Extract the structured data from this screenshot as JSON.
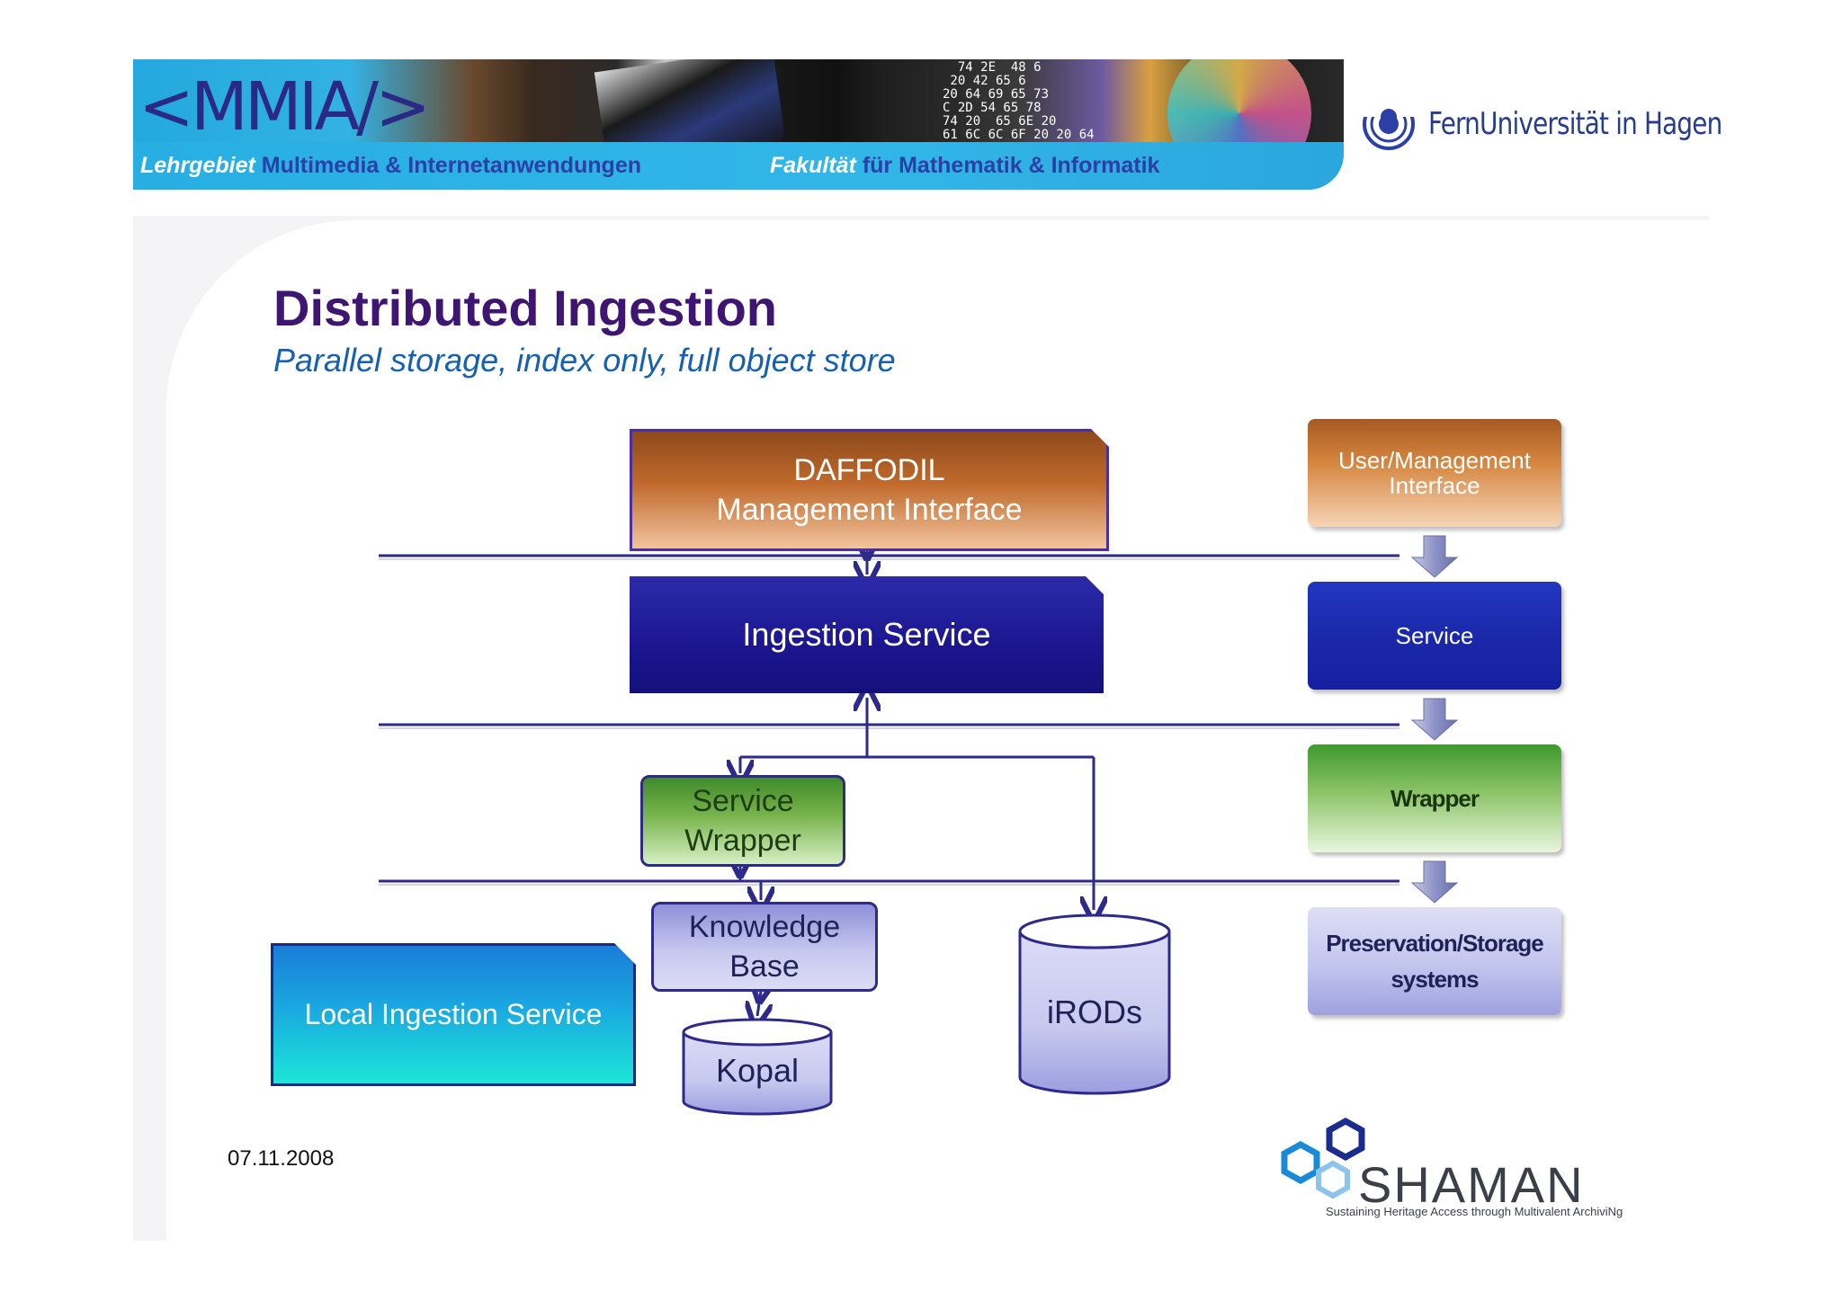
{
  "header": {
    "logo_text": "<MMIA/>",
    "left_label_prefix": "Lehrgebiet",
    "left_label": "Multimedia & Internetanwendungen",
    "right_label_prefix": "Fakultät",
    "right_label": "für Mathematik & Informatik",
    "hex_dump": "  74 2E  48 6\n 20 42 65 6\n20 64 69 65 73\nC 2D 54 65 78\n74 20  65 6E 20\n61 6C 6C 6F 20 20 64",
    "university": "FernUniversität in Hagen"
  },
  "slide": {
    "title": "Distributed Ingestion",
    "subtitle": "Parallel storage, index only, full object store",
    "date": "07.11.2008"
  },
  "diagram": {
    "daffodil": {
      "line1": "DAFFODIL",
      "line2": "Management Interface"
    },
    "ingestion_service": "Ingestion  Service",
    "service_wrapper": {
      "line1": "Service",
      "line2": "Wrapper"
    },
    "knowledge_base": {
      "line1": "Knowledge",
      "line2": "Base"
    },
    "kopal": "Kopal",
    "irods": "iRODs",
    "local_ingestion": "Local Ingestion  Service"
  },
  "legend": {
    "user_management": {
      "line1": "User/Management",
      "line2": "Interface"
    },
    "service": "Service",
    "wrapper": "Wrapper",
    "preservation": {
      "line1": "Preservation/Storage",
      "line2": "systems"
    }
  },
  "footer_logo": {
    "name": "SHAMAN",
    "tagline": "Sustaining Heritage Access through Multivalent ArchiviNg"
  },
  "colors": {
    "title": "#3e1570",
    "subtitle": "#1560b0",
    "layer_line": "#2d2a8a",
    "connector": "#2d2a8a"
  }
}
